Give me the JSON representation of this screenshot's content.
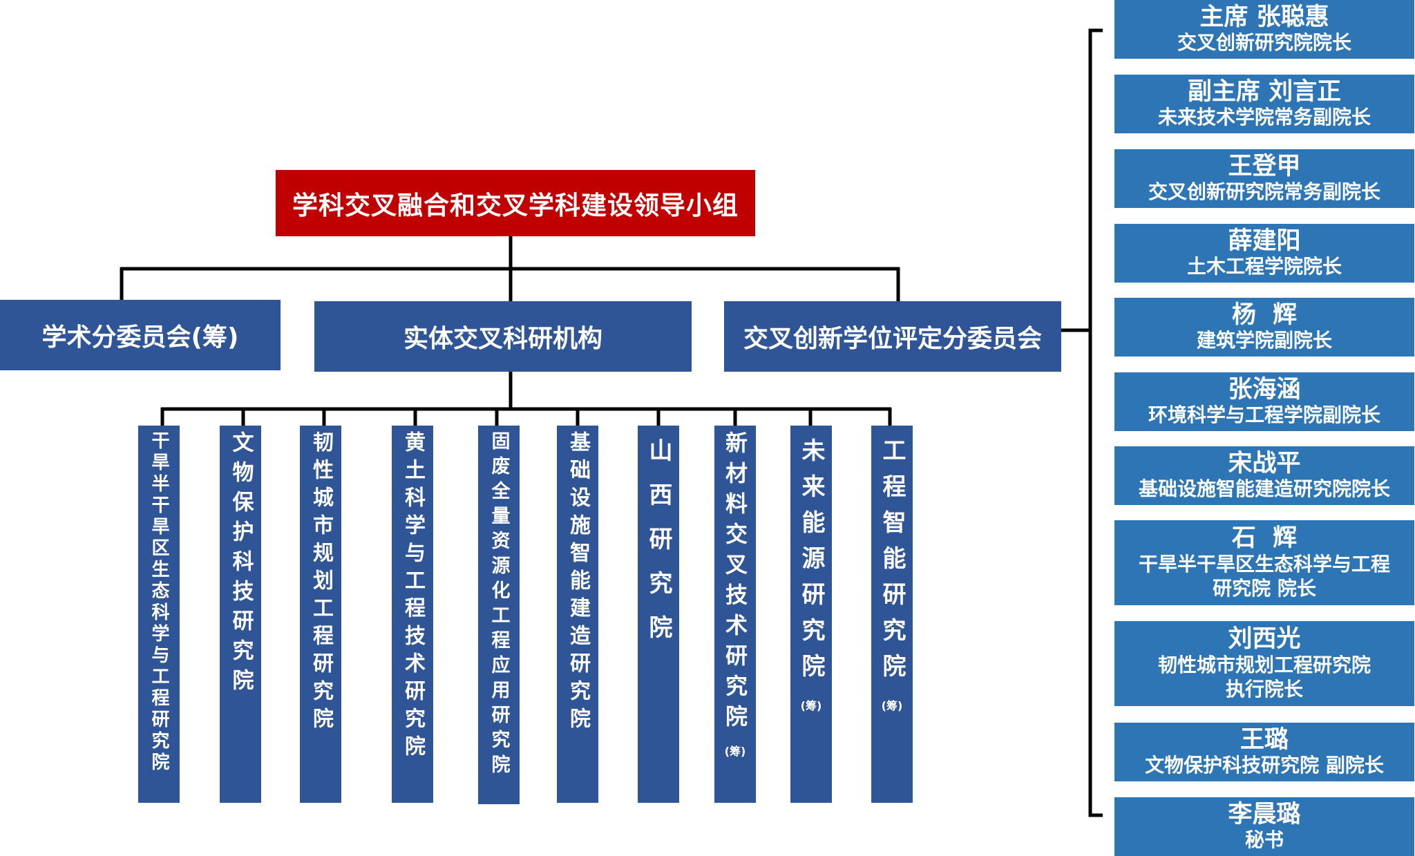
{
  "leader": "学科交叉融合和交叉学科建设领导小组",
  "subcommittees": [
    {
      "id": "academic",
      "label": "学术分委员会(筹)"
    },
    {
      "id": "entity",
      "label": "实体交叉科研机构"
    },
    {
      "id": "degree",
      "label": "交叉创新学位评定分委员会"
    }
  ],
  "institutes": [
    {
      "name": "干旱半干旱区生态科学与工程研究院",
      "note": ""
    },
    {
      "name": "文物保护科技研究院",
      "note": ""
    },
    {
      "name": "韧性城市规划工程研究院",
      "note": ""
    },
    {
      "name": "黄土科学与工程技术研究院",
      "note": ""
    },
    {
      "name": "固废全量资源化工程应用研究院",
      "note": ""
    },
    {
      "name": "基础设施智能建造研究院",
      "note": ""
    },
    {
      "name": "山西研究院",
      "note": ""
    },
    {
      "name": "新材料交叉技术研究院",
      "note": "(筹)"
    },
    {
      "name": "未来能源研究院",
      "note": "(筹)"
    },
    {
      "name": "工程智能研究院",
      "note": "(筹)"
    }
  ],
  "members": [
    {
      "name": "主席 张聪惠",
      "role": "交叉创新研究院院长"
    },
    {
      "name": "副主席 刘言正",
      "role": "未来技术学院常务副院长"
    },
    {
      "name": "王登甲",
      "role": "交叉创新研究院常务副院长"
    },
    {
      "name": "薛建阳",
      "role": "土木工程学院院长"
    },
    {
      "name": "杨  辉",
      "role": "建筑学院副院长"
    },
    {
      "name": "张海涵",
      "role": "环境科学与工程学院副院长"
    },
    {
      "name": "宋战平",
      "role": "基础设施智能建造研究院院长"
    },
    {
      "name": "石  辉",
      "role": "干旱半干旱区生态科学与工程\n研究院 院长"
    },
    {
      "name": "刘西光",
      "role": "韧性城市规划工程研究院\n执行院长"
    },
    {
      "name": "王璐",
      "role": "文物保护科技研究院 副院长"
    },
    {
      "name": "李晨璐",
      "role": "秘书"
    }
  ]
}
